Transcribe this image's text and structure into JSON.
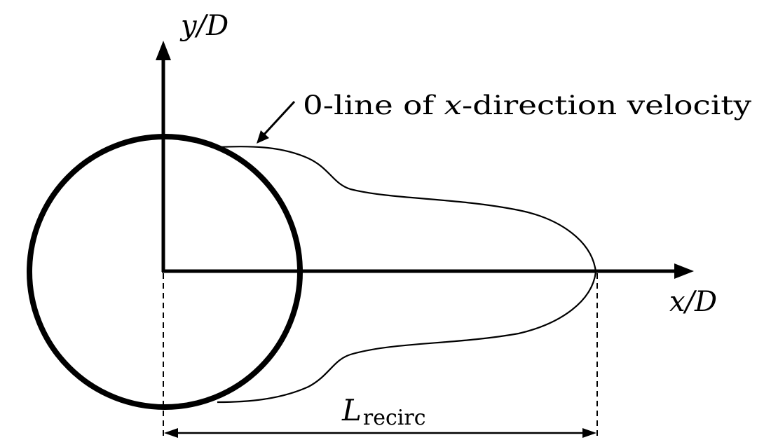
{
  "diagram": {
    "y_axis_label": "y/D",
    "x_axis_label": "x/D",
    "annotation": {
      "prefix": "0-line of ",
      "variable": "x",
      "suffix": "-direction velocity"
    },
    "dimension_label": {
      "symbol": "L",
      "subscript": "recirc"
    }
  }
}
